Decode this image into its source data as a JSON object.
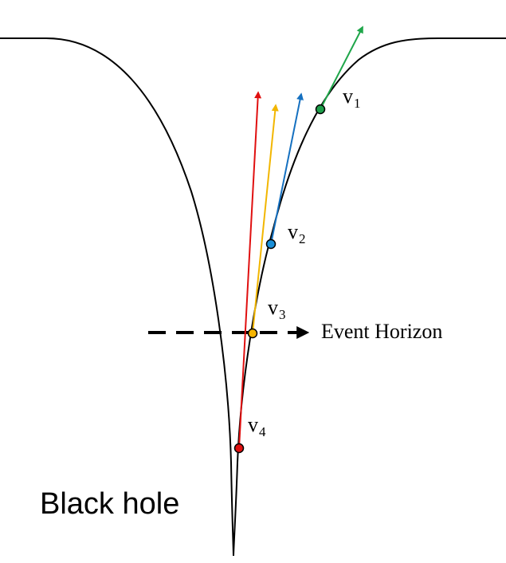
{
  "velocity_labels": [
    {
      "id": "v1",
      "base": "v",
      "sub": "1",
      "color": "#1e9e4a"
    },
    {
      "id": "v2",
      "base": "v",
      "sub": "2",
      "color": "#1a8fd8"
    },
    {
      "id": "v3",
      "base": "v",
      "sub": "3",
      "color": "#f5b400"
    },
    {
      "id": "v4",
      "base": "v",
      "sub": "4",
      "color": "#e01010"
    }
  ],
  "arrow_colors": {
    "green": "#1fa64a",
    "blue": "#1570c0",
    "yellow": "#f2b600",
    "red": "#e01010"
  },
  "event_horizon_label": "Event Horizon",
  "black_hole_label": "Black hole",
  "funnel_color": "#000000"
}
